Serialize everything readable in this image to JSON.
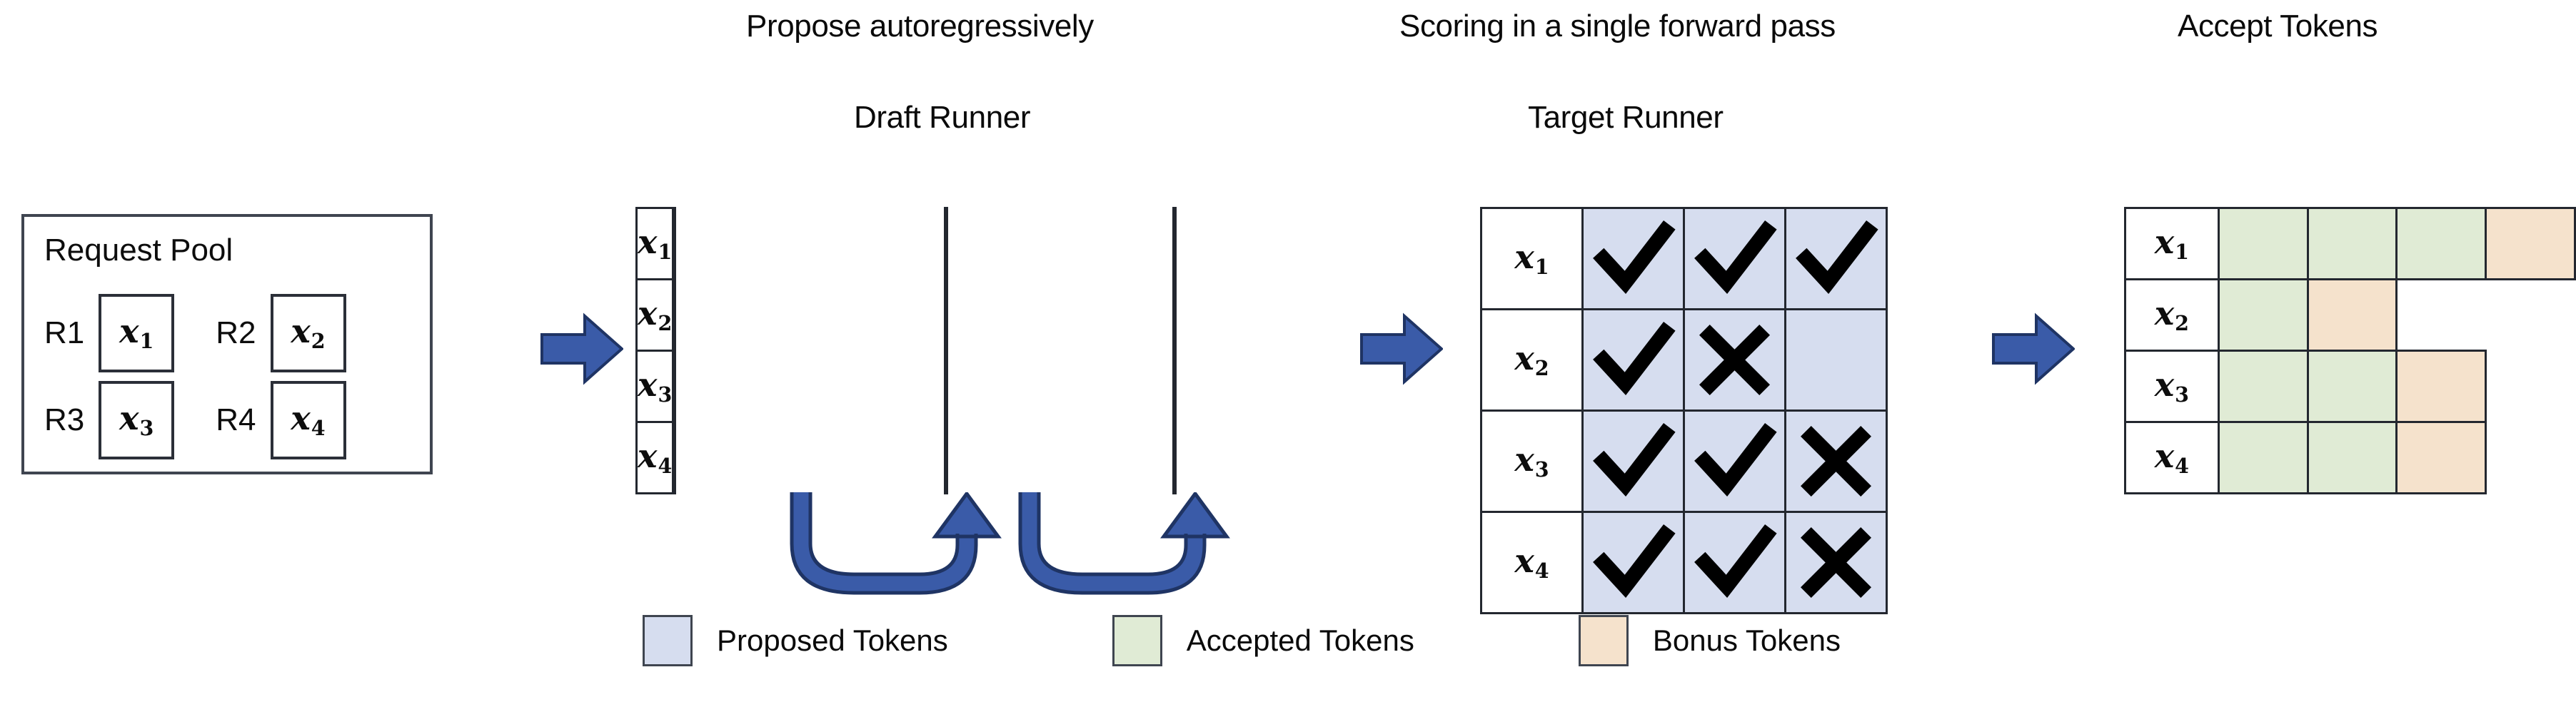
{
  "titles": {
    "propose": "Propose autoregressively",
    "draft_runner": "Draft Runner",
    "scoring": "Scoring in a single forward pass",
    "target_runner": "Target Runner",
    "accept": "Accept Tokens"
  },
  "request_pool": {
    "title": "Request Pool",
    "entries": [
      {
        "id": "R1",
        "token": "x",
        "sub": "1"
      },
      {
        "id": "R2",
        "token": "x",
        "sub": "2"
      },
      {
        "id": "R3",
        "token": "x",
        "sub": "3"
      },
      {
        "id": "R4",
        "token": "x",
        "sub": "4"
      }
    ]
  },
  "row_labels": [
    {
      "token": "x",
      "sub": "1"
    },
    {
      "token": "x",
      "sub": "2"
    },
    {
      "token": "x",
      "sub": "3"
    },
    {
      "token": "x",
      "sub": "4"
    }
  ],
  "draft_runner": {
    "columns": 3,
    "rows": 4,
    "cell_fill": "proposed"
  },
  "target_runner": {
    "columns": 3,
    "marks": [
      [
        "check",
        "check",
        "check"
      ],
      [
        "check",
        "cross",
        "none"
      ],
      [
        "check",
        "check",
        "cross"
      ],
      [
        "check",
        "check",
        "cross"
      ]
    ]
  },
  "accept_tokens": {
    "rows": [
      [
        "accepted",
        "accepted",
        "accepted",
        "bonus"
      ],
      [
        "accepted",
        "bonus"
      ],
      [
        "accepted",
        "accepted",
        "bonus"
      ],
      [
        "accepted",
        "accepted",
        "bonus"
      ]
    ]
  },
  "legend": [
    {
      "key": "proposed",
      "label": "Proposed Tokens",
      "color": "#d6ddef"
    },
    {
      "key": "accepted",
      "label": "Accepted Tokens",
      "color": "#e0ebd5"
    },
    {
      "key": "bonus",
      "label": "Bonus Tokens",
      "color": "#f5e2cc"
    }
  ],
  "icons": {
    "check": "check-icon",
    "cross": "cross-icon",
    "stage_arrow": "right-block-arrow-icon",
    "loop_arrow": "u-turn-arrow-icon"
  },
  "colors": {
    "proposed": "#d6ddef",
    "accepted": "#e0ebd5",
    "bonus": "#f5e2cc",
    "arrow": "#3a5ba8",
    "arrow_stroke": "#1f3464",
    "border": "#23272f"
  }
}
